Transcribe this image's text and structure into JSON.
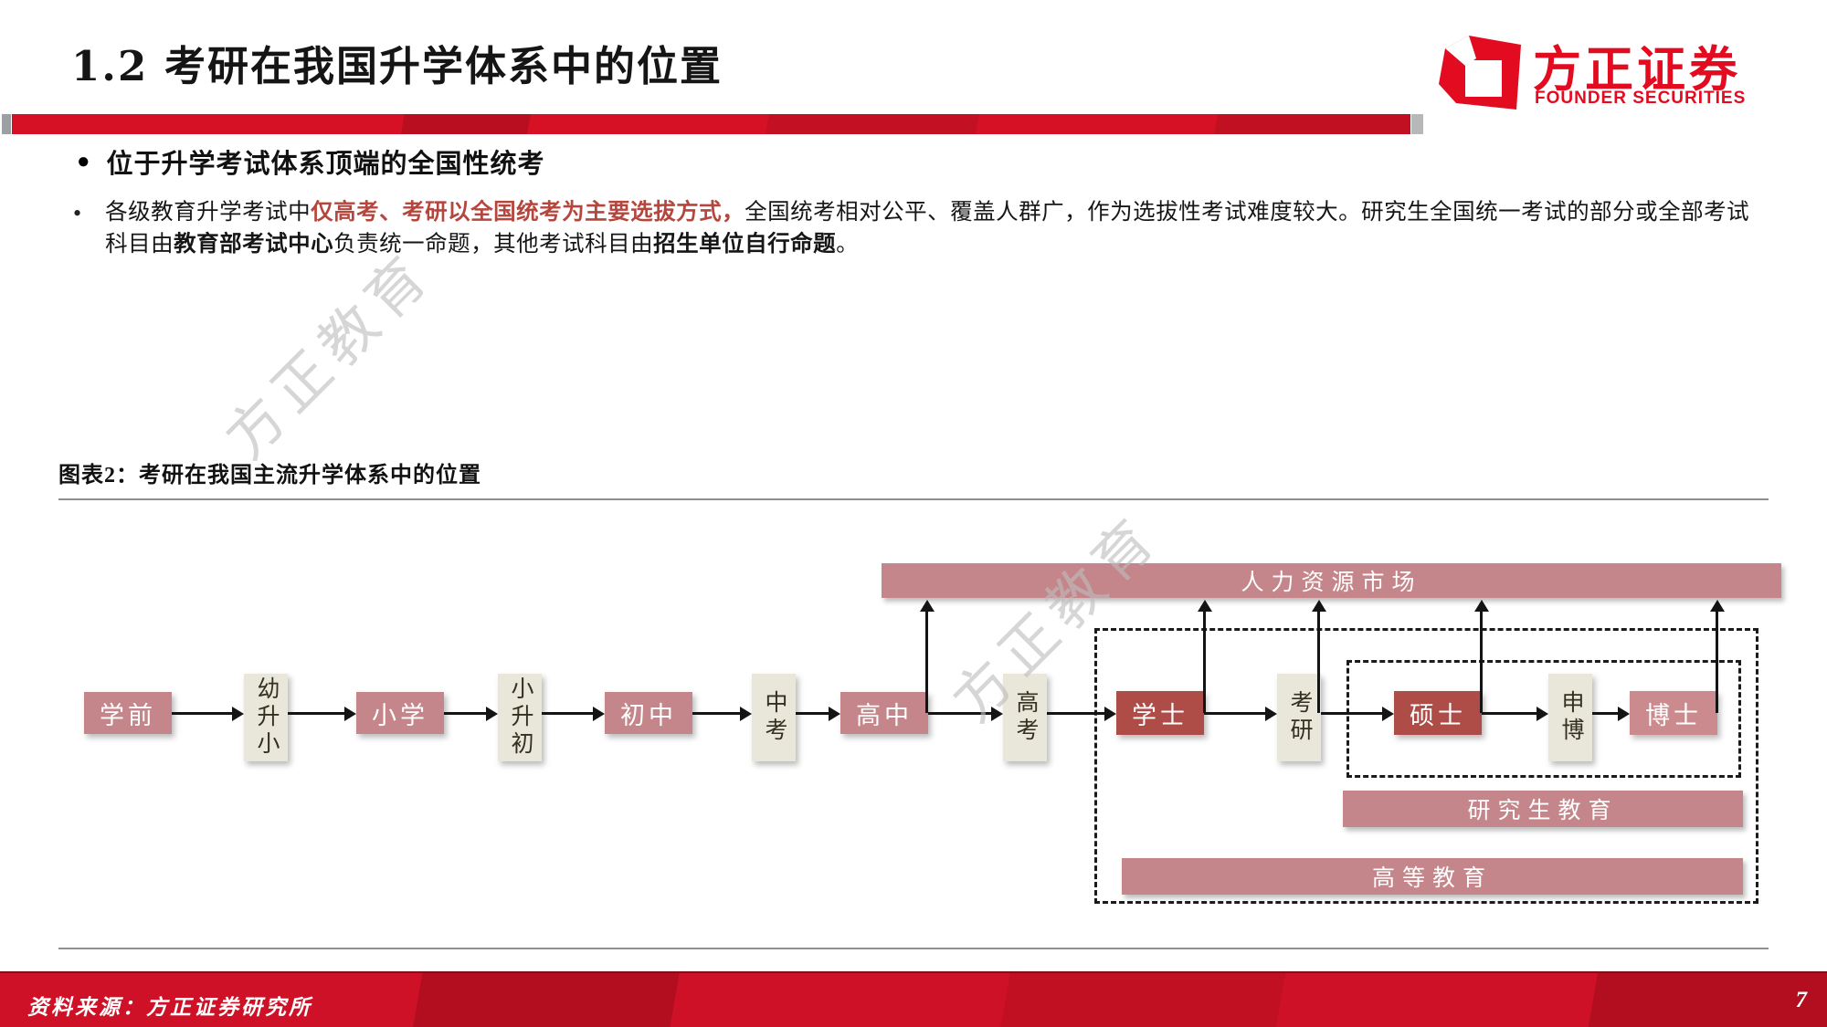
{
  "page": {
    "title": "1.2 考研在我国升学体系中的位置",
    "page_number": "7"
  },
  "logo": {
    "zh": "方正证券",
    "en": "FOUNDER SECURITIES"
  },
  "section": {
    "bullet": "●",
    "heading": "位于升学考试体系顶端的全国性统考"
  },
  "paragraph": {
    "marker": "•",
    "seg1": "各级教育升学考试中",
    "seg2_red": "仅高考、考研以全国统考为主要选拔方式，",
    "seg3": "全国统考相对公平、覆盖人群广，作为选拔性考试难度较大。研究生全国统一考试的部分或全部考试科目由",
    "seg4_bold": "教育部考试中心",
    "seg5": "负责统一命题，其他考试科目由",
    "seg6_bold": "招生单位自行命题",
    "seg7": "。"
  },
  "figure": {
    "caption": "图表2：考研在我国主流升学体系中的位置"
  },
  "diagram": {
    "market_bar": "人力资源市场",
    "nodes": [
      {
        "label": "学前",
        "type": "stage"
      },
      {
        "label": "幼升小",
        "type": "exam"
      },
      {
        "label": "小学",
        "type": "stage"
      },
      {
        "label": "小升初",
        "type": "exam"
      },
      {
        "label": "初中",
        "type": "stage"
      },
      {
        "label": "中考",
        "type": "exam"
      },
      {
        "label": "高中",
        "type": "stage"
      },
      {
        "label": "高考",
        "type": "exam"
      },
      {
        "label": "学士",
        "type": "degree"
      },
      {
        "label": "考研",
        "type": "exam"
      },
      {
        "label": "硕士",
        "type": "degree"
      },
      {
        "label": "申博",
        "type": "exam"
      },
      {
        "label": "博士",
        "type": "degree-light"
      }
    ],
    "grad_bar": "研究生教育",
    "higher_bar": "高等教育"
  },
  "watermark": "方正教育",
  "footer": {
    "source": "资料来源：方正证券研究所"
  },
  "colors": {
    "brand_red": "#e30b20",
    "bar_pink": "#c5868b",
    "degree_dark_red": "#ae4c48",
    "degree_light_red": "#cb8b8e",
    "exam_beige": "#e9e6da",
    "emphasis_red": "#b5463e"
  }
}
